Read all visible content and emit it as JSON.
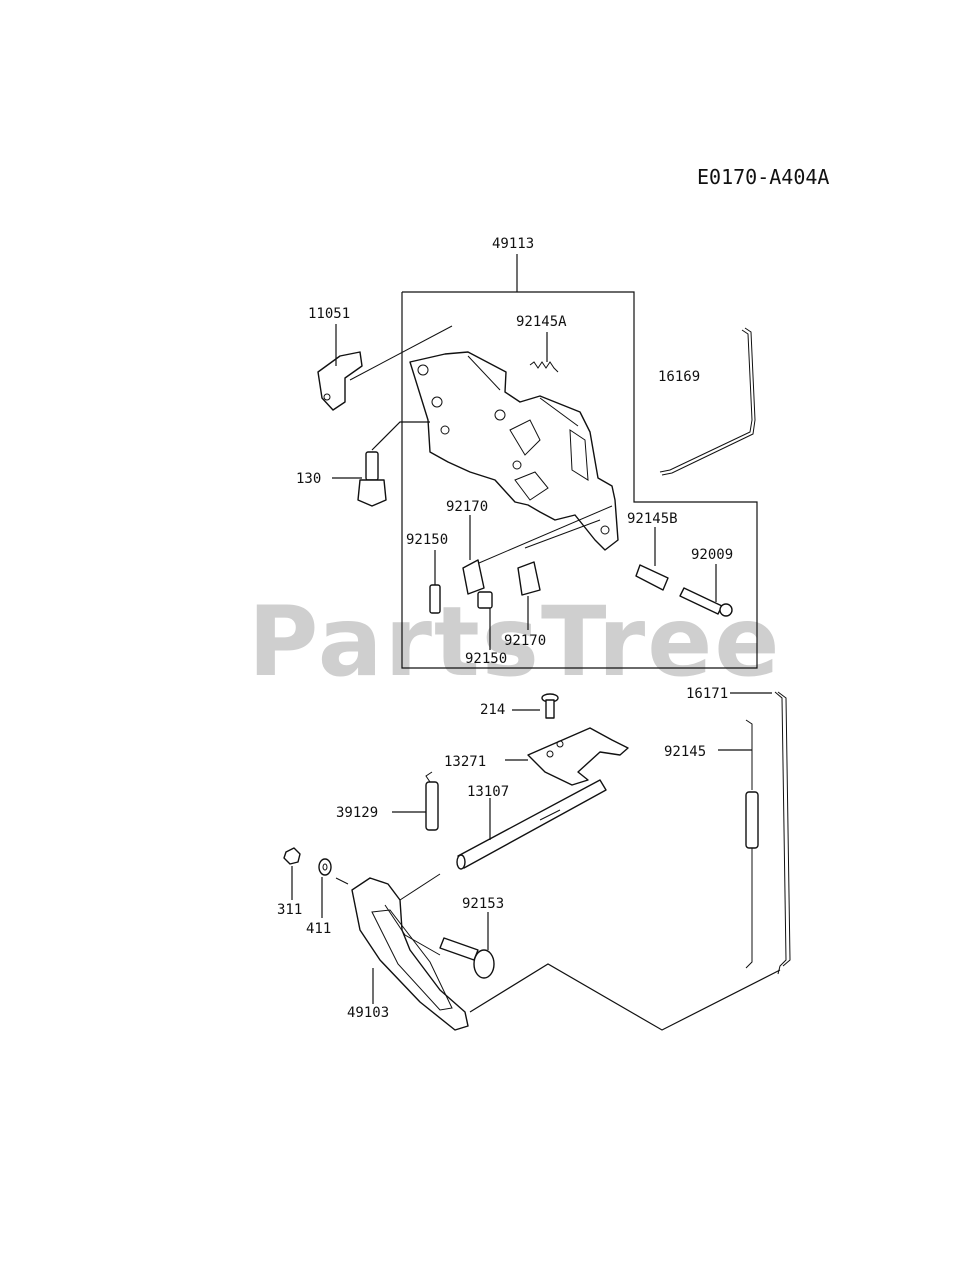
{
  "diagram": {
    "code": "E0170-A404A",
    "watermark": "PartsTree",
    "labels": {
      "p49113": "49113",
      "p11051": "11051",
      "p92145A": "92145A",
      "p16169": "16169",
      "p130": "130",
      "p92170a": "92170",
      "p92145B": "92145B",
      "p92150a": "92150",
      "p92009": "92009",
      "p92170b": "92170",
      "p92150b": "92150",
      "p16171": "16171",
      "p214": "214",
      "p13271": "13271",
      "p92145": "92145",
      "p39129": "39129",
      "p13107": "13107",
      "p311": "311",
      "p411": "411",
      "p92153": "92153",
      "p49103": "49103"
    }
  }
}
